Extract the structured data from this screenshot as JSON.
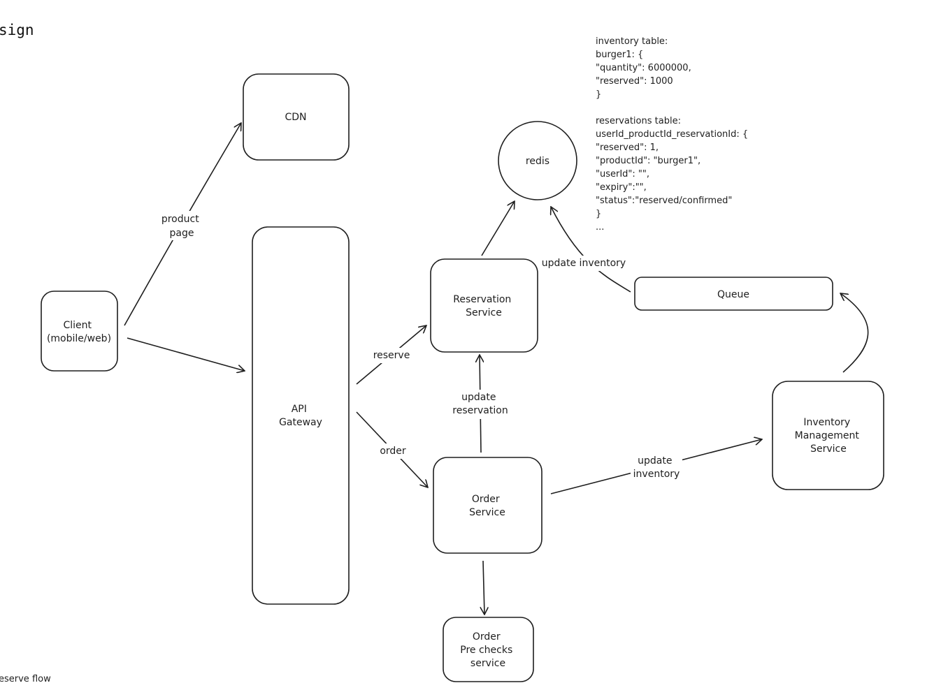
{
  "diagram": {
    "title": "sign",
    "nodes": {
      "cdn": [
        "CDN"
      ],
      "client": [
        "Client",
        "(mobile/web)"
      ],
      "api_gateway": [
        "API",
        "Gateway"
      ],
      "reservation_service": [
        "Reservation",
        "Service"
      ],
      "redis": [
        "redis"
      ],
      "queue": [
        "Queue"
      ],
      "order_service": [
        "Order",
        "Service"
      ],
      "inventory_service": [
        "Inventory",
        "Management",
        "Service"
      ],
      "order_prechecks": [
        "Order",
        "Pre checks",
        "service"
      ]
    },
    "edges": {
      "client_to_cdn": [
        "product",
        "page"
      ],
      "gateway_to_reservation": [
        "reserve"
      ],
      "gateway_to_order": [
        "order"
      ],
      "order_to_reservation": [
        "update",
        "reservation"
      ],
      "queue_to_redis": [
        "update inventory"
      ],
      "order_to_inventory": [
        "update",
        "inventory"
      ]
    },
    "notes": {
      "inventory_schema": [
        "inventory table:",
        "burger1: {",
        "\"quantity\": 6000000,",
        "\"reserved\": 1000",
        "}",
        "",
        "reservations table:",
        "userId_productId_reservationId: {",
        "\"reserved\": 1,",
        "\"productId\": \"burger1\",",
        "\"userId\": \"\",",
        "\"expiry\":\"\",",
        "\"status\":\"reserved/confirmed\"",
        "}",
        "..."
      ],
      "footer": [
        "eserve flow"
      ]
    }
  }
}
